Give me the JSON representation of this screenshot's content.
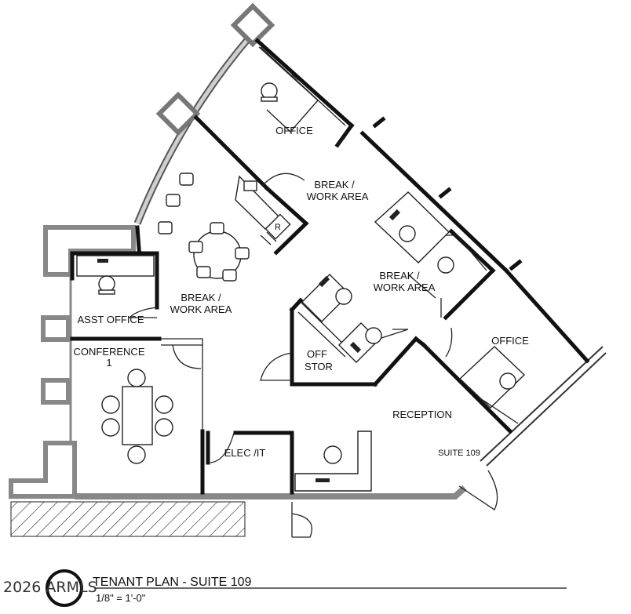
{
  "plan": {
    "rooms": {
      "office_top": "OFFICE",
      "break_upper_1": "BREAK /",
      "break_upper_2": "WORK AREA",
      "break_left_1": "BREAK /",
      "break_left_2": "WORK AREA",
      "break_right_1": "BREAK /",
      "break_right_2": "WORK AREA",
      "asst_office": "ASST OFFICE",
      "conference_1": "CONFERENCE",
      "conference_2": "1",
      "off_stor_1": "OFF",
      "off_stor_2": "STOR",
      "office_right": "OFFICE",
      "reception": "RECEPTION",
      "elec_it": "ELEC /IT",
      "suite": "SUITE 109",
      "fridge": "R"
    },
    "title": "TENANT PLAN - SUITE 109",
    "scale": "1/8\" = 1'-0\"",
    "watermark": "2026 ARMLS"
  }
}
